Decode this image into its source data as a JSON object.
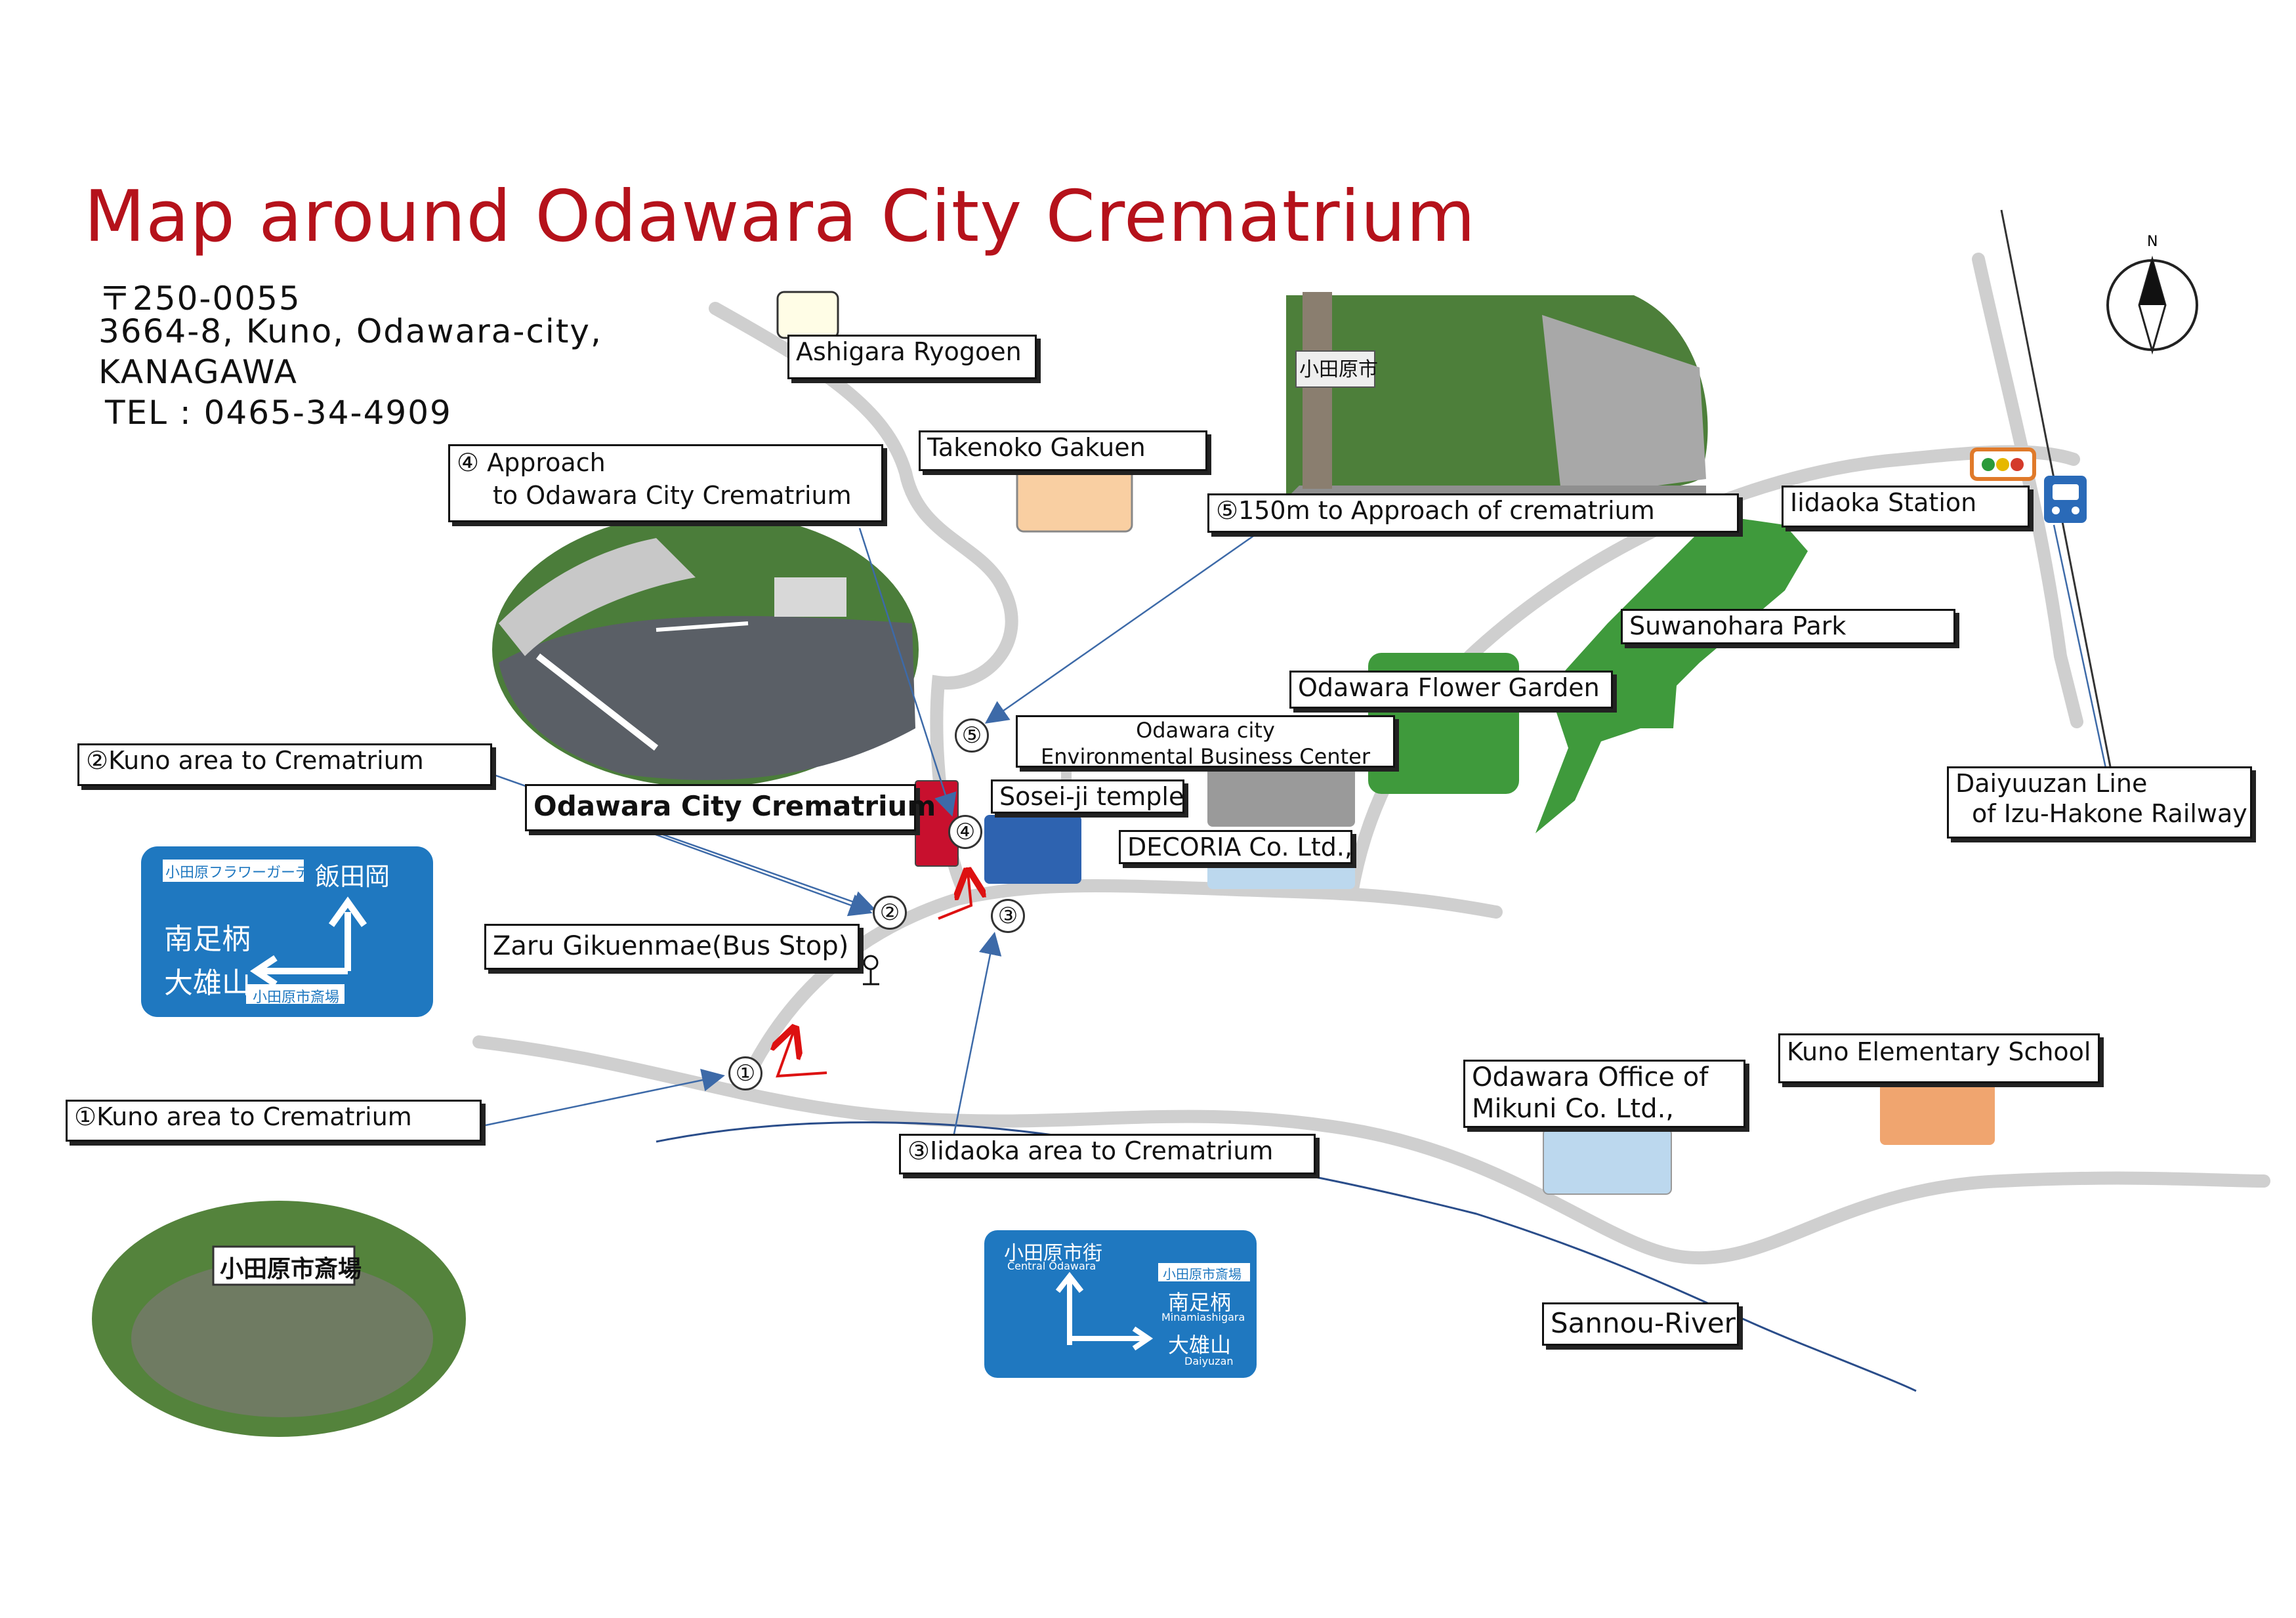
{
  "title": "Map around Odawara City Crematrium",
  "address": {
    "postal": "〒250-0055",
    "line1": "3664-8, Kuno, Odawara-city,",
    "line2": "KANAGAWA",
    "tel": "TEL : 0465-34-4909"
  },
  "labels": {
    "ashigara": "Ashigara Ryogoen",
    "takenoko": "Takenoko Gakuen",
    "approach_line1": "④ Approach",
    "approach_line2": "to Odawara City Crematrium",
    "route5": "⑤150m to Approach of  crematrium",
    "iidaoka_station": "Iidaoka Station",
    "suwanohara": "Suwanohara Park",
    "flower_garden": "Odawara Flower Garden",
    "env_line1": "Odawara city",
    "env_line2": "Environmental Business Center",
    "route2": "②Kuno area to Crematrium",
    "crematrium": "Odawara City Crematrium",
    "sosei": "Sosei-ji temple",
    "decoria": "DECORIA Co. Ltd.,",
    "railway_line1": "Daiyuuzan Line",
    "railway_line2": "of Izu-Hakone Railway",
    "bus_stop": "Zaru Gikuenmae(Bus Stop)",
    "route1": "①Kuno area to Crematrium",
    "route3": "③Iidaoka area to Crematrium",
    "mikuni_line1": "Odawara Office of",
    "mikuni_line2": "Mikuni Co. Ltd.,",
    "kuno_school": "Kuno Elementary School",
    "river": "Sannou-River"
  },
  "markers": {
    "m1": "①",
    "m2": "②",
    "m3": "③",
    "m4": "④",
    "m5": "⑤"
  },
  "compass": {
    "north": "N"
  },
  "photo_signs": {
    "sign2": {
      "banner": "小田原フラワーガーデン",
      "dest_top": "飯田岡",
      "dest1": "南足柄",
      "dest2": "大雄山",
      "foot": "小田原市斎場"
    },
    "sign1": {
      "text": "小田原市斎場"
    },
    "sign3": {
      "top": "小田原市街",
      "top_en": "Central Odawara",
      "tag": "小田原市斎場",
      "dest1": "南足柄",
      "dest1_en": "Minamiashigara",
      "dest2": "大雄山",
      "dest2_en": "Daiyuzan"
    },
    "sign5": {
      "text": "小田原市"
    }
  },
  "colors": {
    "title": "#b5121b",
    "crematrium": "#c8102e",
    "sosei": "#2e63b0",
    "gray_building": "#9a9a9a",
    "light_blue": "#bcd8ee",
    "peach": "#f9cfa2",
    "orange": "#f0a56f",
    "park_green": "#3f9a3c",
    "road": "#cfcfcf",
    "river": "#2a4d8a",
    "sign_blue": "#1f78c0"
  }
}
